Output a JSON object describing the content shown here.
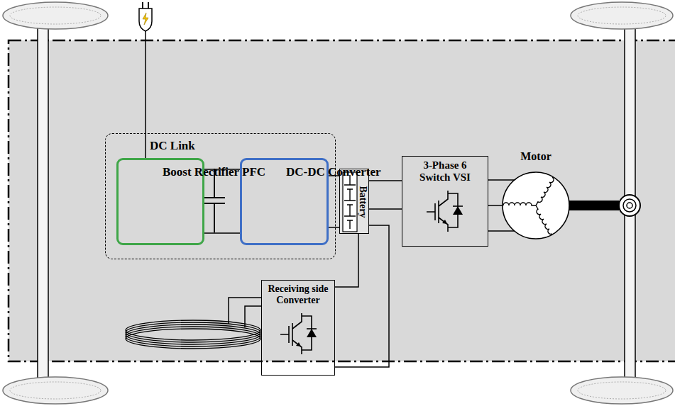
{
  "diagram": {
    "nodes": [
      {
        "text": [
          "DC Link"
        ]
      },
      {
        "text": [
          "Boost Rectifier PFC"
        ],
        "in": 0
      },
      {
        "text": [
          "DC-DC Converter"
        ],
        "in": 0
      },
      {
        "text": [
          "Battery"
        ]
      },
      {
        "text": [
          "3-Phase 6 Switch VSI"
        ]
      },
      {
        "text": [
          "Motor"
        ]
      },
      {
        "text": [
          "Receiving side Converter"
        ]
      }
    ],
    "edges": [
      {
        "from": 1,
        "to": 2,
        "arrow": "none"
      },
      {
        "from": 2,
        "to": 3,
        "arrow": "none"
      },
      {
        "from": 3,
        "to": 4,
        "arrow": "none"
      },
      {
        "from": 4,
        "to": 5,
        "arrow": "none"
      },
      {
        "from": 6,
        "to": 3,
        "arrow": "none"
      }
    ]
  }
}
